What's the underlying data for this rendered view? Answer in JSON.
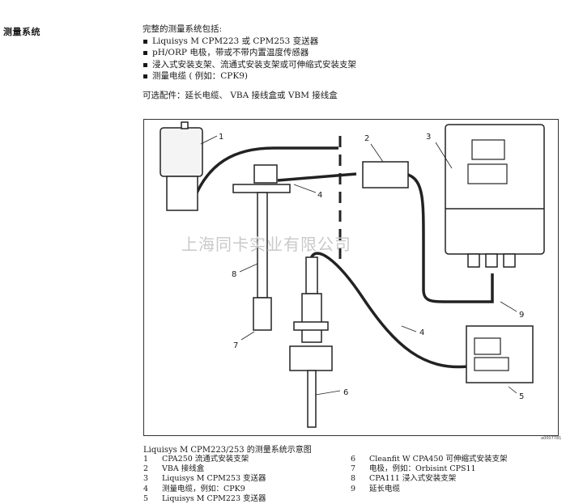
{
  "section_heading": "测量系统",
  "intro": {
    "lead": "完整的测量系统包括:",
    "items": [
      "Liquisys M CPM223 或 CPM253 变送器",
      "pH/ORP 电极，带或不带内置温度传感器",
      "浸入式安装支架、流通式安装支架或可伸缩式安装支架",
      "测量电缆 ( 例如：CPK9)"
    ]
  },
  "optional_parts": "可选配件：延长电缆、 VBA 接线盒或 VBM 接线盒",
  "figure": {
    "callouts": [
      "1",
      "2",
      "3",
      "4",
      "4",
      "6",
      "7",
      "8",
      "5",
      "9"
    ],
    "figure_id": "a0007781",
    "watermark": "上海同卡实业有限公司"
  },
  "caption": "Liquisys M CPM223/253 的测量系统示意图",
  "legend_left": [
    {
      "num": "1",
      "text": "CPA250 流通式安装支架"
    },
    {
      "num": "2",
      "text": "VBA 接线盒"
    },
    {
      "num": "3",
      "text": "Liquisys M CPM253 变送器"
    },
    {
      "num": "4",
      "text": "测量电缆，例如：CPK9"
    },
    {
      "num": "5",
      "text": "Liquisys M CPM223 变送器"
    }
  ],
  "legend_right": [
    {
      "num": "6",
      "text": "Cleanfit W CPA450 可伸缩式安装支架"
    },
    {
      "num": "7",
      "text": "电极，例如：Orbisint CPS11"
    },
    {
      "num": "8",
      "text": "CPA111 浸入式安装支架"
    },
    {
      "num": "9",
      "text": "延长电缆"
    }
  ]
}
